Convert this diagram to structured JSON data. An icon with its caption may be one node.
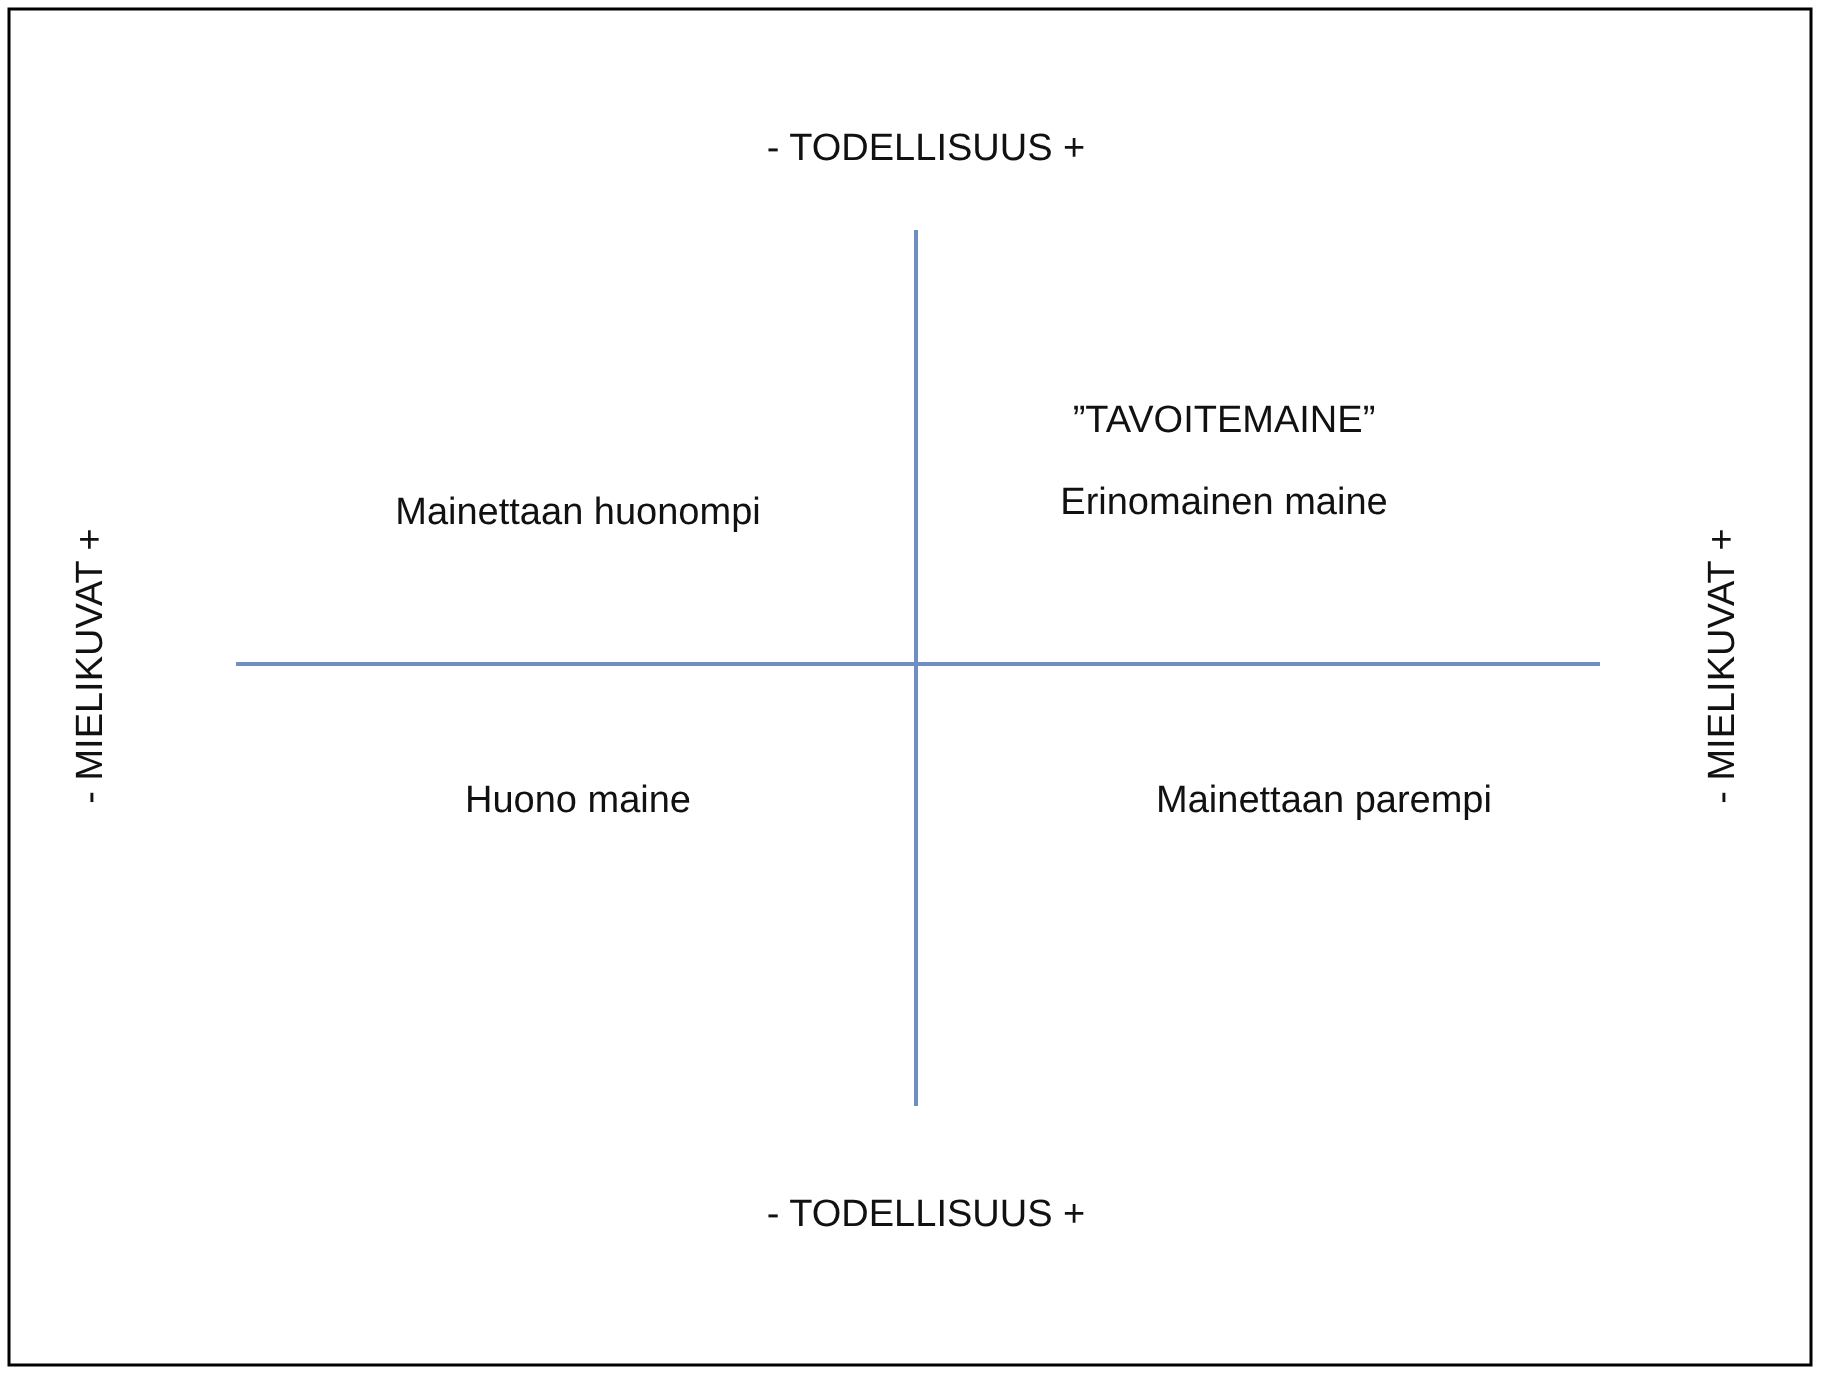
{
  "diagram": {
    "labels": [
      "- TODELLISUUS +",
      "Mainettaan huonompi",
      "”TAVOITEMAINE”",
      "Erinomainen maine",
      "- MIELIKUVAT +",
      "- MIELIKUVAT +",
      "Huono maine",
      "Mainettaan parempi",
      "- TODELLISUUS +"
    ]
  }
}
